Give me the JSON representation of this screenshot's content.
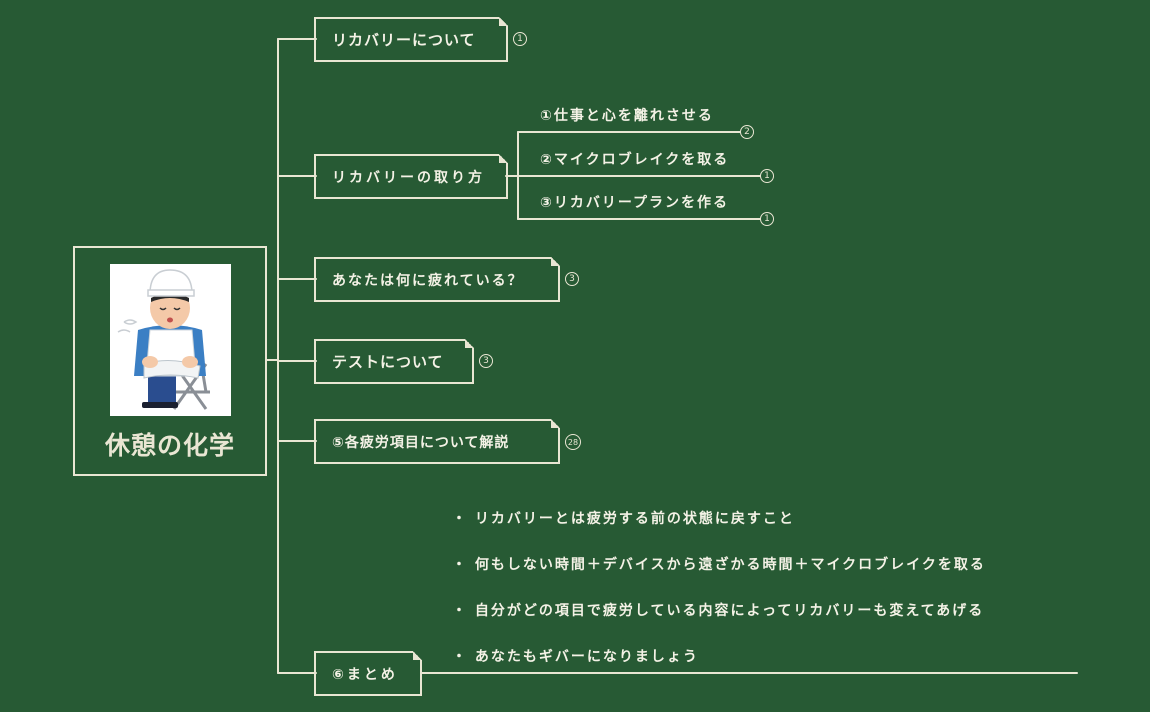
{
  "root": {
    "title": "休憩の化学",
    "illustration": "person-resting-on-chair"
  },
  "branches": [
    {
      "label": "リカバリーについて",
      "count": "1"
    },
    {
      "label": "リカバリーの取り方"
    },
    {
      "label": "あなたは何に疲れている？",
      "count": "3"
    },
    {
      "label": "テストについて",
      "count": "3"
    },
    {
      "label": "⑤各疲労項目について解説",
      "count": "28"
    },
    {
      "label": "⑥まとめ"
    }
  ],
  "sub_items": [
    {
      "label": "①仕事と心を離れさせる",
      "count": "2"
    },
    {
      "label": "②マイクロブレイクを取る",
      "count": "1"
    },
    {
      "label": "③リカバリープランを作る",
      "count": "1"
    }
  ],
  "summary_notes": [
    "リカバリーとは疲労する前の状態に戻すこと",
    "何もしない時間＋デバイスから遠ざかる時間＋マイクロブレイクを取る",
    "自分がどの項目で疲労している内容によってリカバリーも変えてあげる",
    "あなたもギバーになりましょう"
  ],
  "colors": {
    "background": "#275a34",
    "line": "#e9e6d3",
    "text": "#f4f2e6"
  }
}
